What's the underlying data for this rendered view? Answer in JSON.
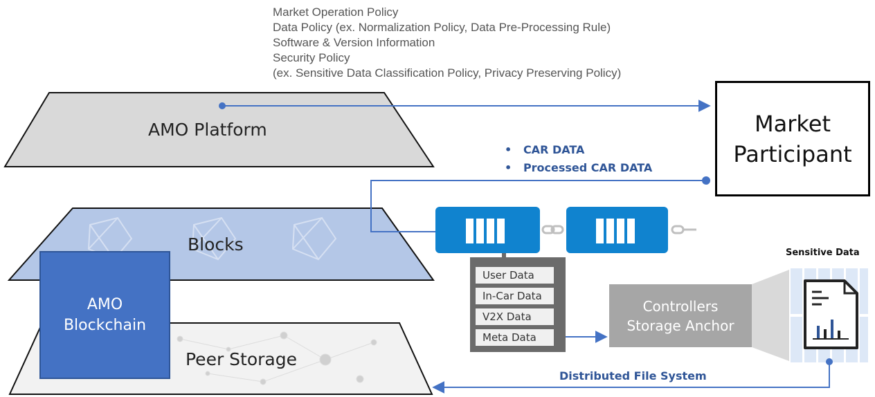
{
  "policy_lines": [
    "Market Operation Policy",
    "Data Policy (ex. Normalization Policy, Data Pre-Processing Rule)",
    "Software & Version Information",
    "Security Policy",
    "(ex. Sensitive Data Classification Policy, Privacy Preserving Policy)"
  ],
  "layers": {
    "platform": "AMO Platform",
    "blocks": "Blocks",
    "storage": "Peer Storage"
  },
  "amo_blockchain": [
    "AMO",
    "Blockchain"
  ],
  "market_participant": [
    "Market",
    "Participant"
  ],
  "car_data": [
    "CAR DATA",
    "Processed CAR DATA"
  ],
  "meta_items": [
    "User Data",
    "In-Car Data",
    "V2X Data",
    "Meta Data"
  ],
  "controllers": [
    "Controllers",
    "Storage Anchor"
  ],
  "sensitive_data": "Sensitive Data",
  "distributed_fs": "Distributed File System",
  "colors": {
    "accent_blue": "#4472c4",
    "block_blue": "#1083cf",
    "label_blue": "#2f5597",
    "platform_gray": "#d9d9d9",
    "blocks_layer": "#b4c7e7"
  }
}
